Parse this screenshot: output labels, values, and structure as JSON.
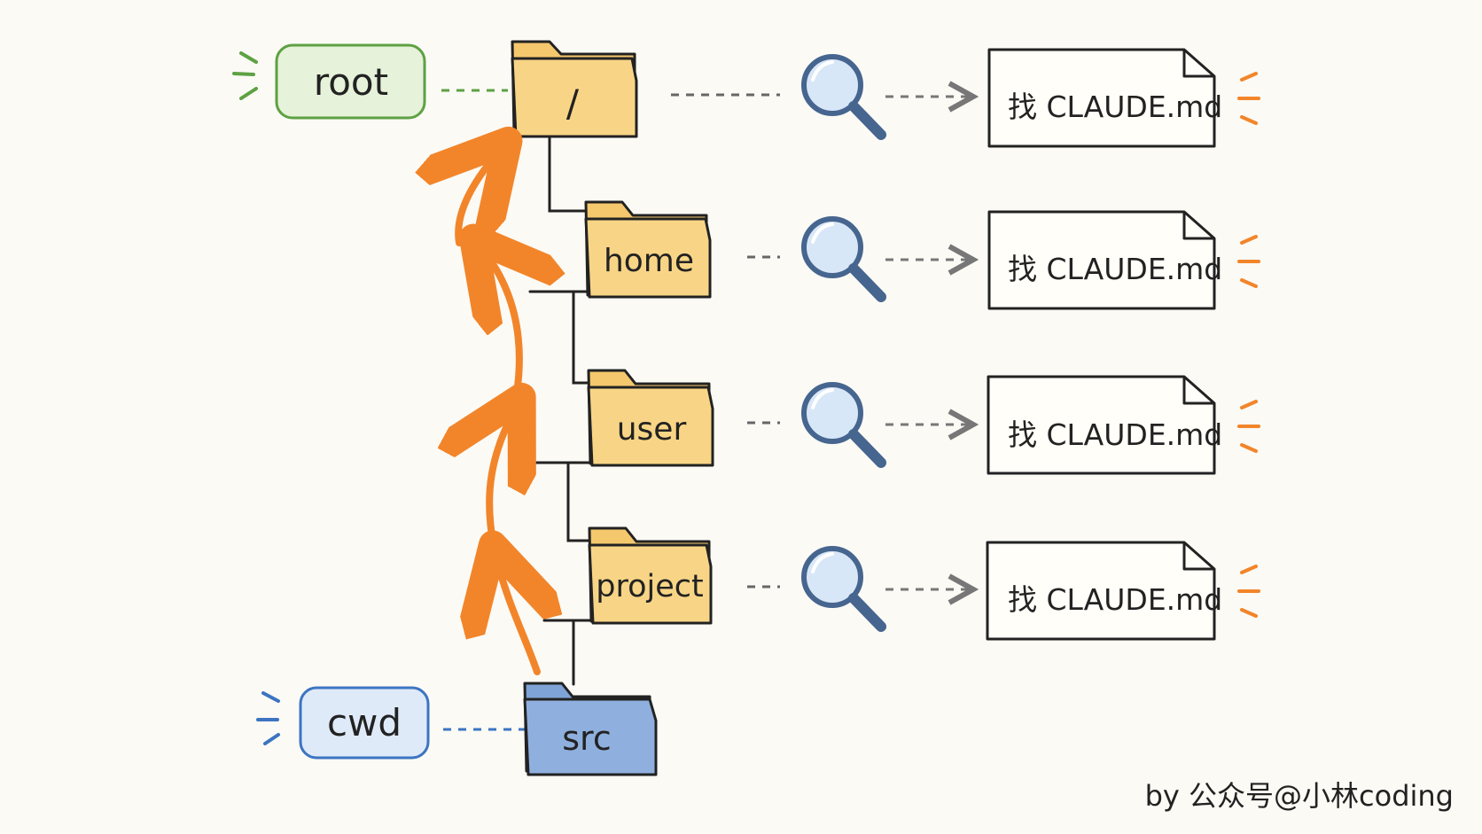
{
  "labels": {
    "root": "root",
    "cwd": "cwd"
  },
  "folders": [
    {
      "name": "/"
    },
    {
      "name": "home"
    },
    {
      "name": "user"
    },
    {
      "name": "project"
    },
    {
      "name": "src"
    }
  ],
  "search_action": "找 CLAUDE.md",
  "credit": "by 公众号@小林coding",
  "colors": {
    "background": "#fbfaf5",
    "folder_fill": "#f8d586",
    "folder_stroke": "#222222",
    "cwd_folder_fill": "#8fb0de",
    "root_badge_fill": "#e6f2d9",
    "root_badge_stroke": "#5ea143",
    "cwd_badge_fill": "#dfeaf8",
    "cwd_badge_stroke": "#3c74c2",
    "arrow_orange": "#f2852a",
    "magnifier_fill": "#d8e7f7",
    "magnifier_stroke": "#46658f"
  }
}
